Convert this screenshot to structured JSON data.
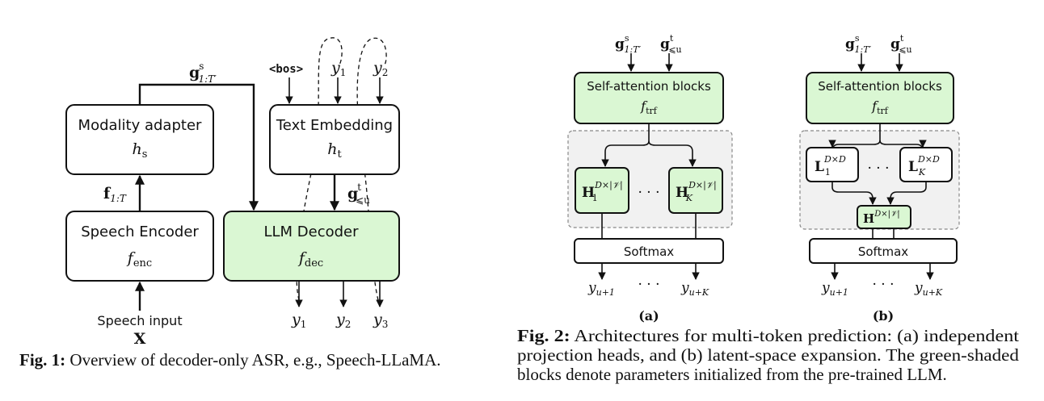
{
  "fig1": {
    "modality_adapter": {
      "title": "Modality adapter",
      "symbol": "h",
      "sub": "s"
    },
    "text_embedding": {
      "title": "Text Embedding",
      "symbol": "h",
      "sub": "t"
    },
    "speech_encoder": {
      "title": "Speech Encoder",
      "symbol": "f",
      "sub": "enc"
    },
    "llm_decoder": {
      "title": "LLM Decoder",
      "symbol": "f",
      "sub": "dec"
    },
    "g_speech": {
      "base": "g",
      "sup": "s",
      "sub": "1:T′"
    },
    "g_text": {
      "base": "g",
      "sup": "t",
      "sub": "⩽u"
    },
    "f_feat": {
      "base": "f",
      "sub": "1:T"
    },
    "bos": "<bos>",
    "y_in": [
      {
        "base": "y",
        "sub": "1"
      },
      {
        "base": "y",
        "sub": "2"
      }
    ],
    "y_out": [
      {
        "base": "y",
        "sub": "1"
      },
      {
        "base": "y",
        "sub": "2"
      },
      {
        "base": "y",
        "sub": "3"
      }
    ],
    "speech_input": "Speech input",
    "x_label": "X",
    "caption_bold": "Fig. 1:",
    "caption_text": " Overview of decoder-only ASR, e.g., Speech-LLaMA."
  },
  "fig2": {
    "inputs": {
      "g_speech": {
        "base": "g",
        "sup": "s",
        "sub": "1:T′"
      },
      "g_text": {
        "base": "g",
        "sup": "t",
        "sub": "⩽u"
      }
    },
    "self_attention": {
      "title": "Self-attention blocks",
      "symbol": "f",
      "sub": "trf"
    },
    "softmax": "Softmax",
    "dots": "· · ·",
    "a": {
      "head_first": {
        "base": "H",
        "sup": "D×|𝒱|",
        "sub": "1"
      },
      "head_last": {
        "base": "H",
        "sup": "D×|𝒱|",
        "sub": "K"
      },
      "y_first": {
        "base": "y",
        "sub": "u+1"
      },
      "y_last": {
        "base": "y",
        "sub": "u+K"
      },
      "label": "(a)"
    },
    "b": {
      "latent_first": {
        "base": "L",
        "sup": "D×D",
        "sub": "1"
      },
      "latent_last": {
        "base": "L",
        "sup": "D×D",
        "sub": "K"
      },
      "head": {
        "base": "H",
        "sup": "D×|𝒱|"
      },
      "y_first": {
        "base": "y",
        "sub": "u+1"
      },
      "y_last": {
        "base": "y",
        "sub": "u+K"
      },
      "label": "(b)"
    },
    "caption_bold": "Fig. 2:",
    "caption_lines": [
      " Architectures for multi-token prediction: (a) independent",
      "projection heads, and (b) latent-space expansion. The green-shaded",
      "blocks denote parameters initialized from the pre-trained LLM."
    ]
  },
  "colors": {
    "green_block": "#daf7d3",
    "region": "#f1f1f1",
    "stroke": "#111111"
  }
}
